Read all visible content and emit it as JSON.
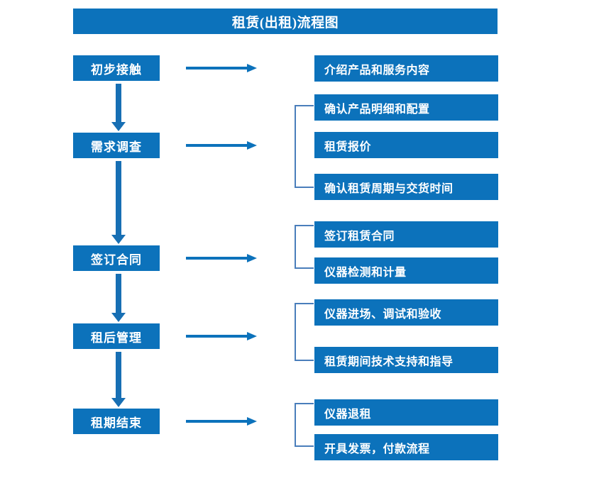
{
  "title": "租赁(出租)流程图",
  "theme": {
    "box_fill": "#0c72bb",
    "box_text": "#ffffff",
    "arrow": "#176fb4",
    "bracket": "#4a7ebb",
    "background": "#ffffff"
  },
  "stages": [
    {
      "label": "初步接触"
    },
    {
      "label": "需求调查"
    },
    {
      "label": "签订合同"
    },
    {
      "label": "租后管理"
    },
    {
      "label": "租期结束"
    }
  ],
  "details": [
    {
      "label": "介绍产品和服务内容"
    },
    {
      "label": "确认产品明细和配置"
    },
    {
      "label": "租赁报价"
    },
    {
      "label": "确认租赁周期与交货时间"
    },
    {
      "label": "签订租赁合同"
    },
    {
      "label": "仪器检测和计量"
    },
    {
      "label": "仪器进场、调试和验收"
    },
    {
      "label": "租赁期间技术支持和指导"
    },
    {
      "label": "仪器退租"
    },
    {
      "label": "开具发票，付款流程"
    }
  ]
}
